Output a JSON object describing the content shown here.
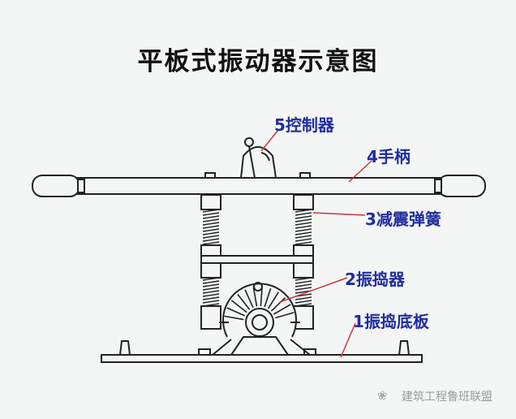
{
  "title": "平板式振动器示意图",
  "labels": {
    "controller": "5控制器",
    "handle": "4手柄",
    "spring": "3减震弹簧",
    "vibrator": "2振捣器",
    "base_plate": "1振捣底板"
  },
  "watermark": "建筑工程鲁班联盟",
  "colors": {
    "label": "#1f2d9e",
    "leader": "#d0343a",
    "line": "#222222"
  }
}
